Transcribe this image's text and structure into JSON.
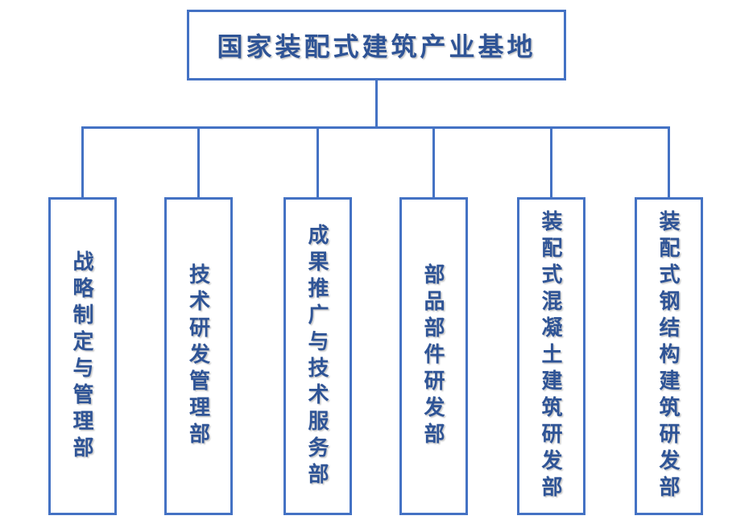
{
  "root": {
    "label": "国家装配式建筑产业基地"
  },
  "departments": [
    {
      "label": "战略制定与管理部"
    },
    {
      "label": "技术研发管理部"
    },
    {
      "label": "成果推广与技术服务部"
    },
    {
      "label": "部品部件研发部"
    },
    {
      "label": "装配式混凝土建筑研发部"
    },
    {
      "label": "装配式钢结构建筑研发部"
    }
  ],
  "colors": {
    "border": "#4472C4",
    "line": "#4472C4",
    "text": "#2F5496",
    "background": "#FFFFFF"
  }
}
